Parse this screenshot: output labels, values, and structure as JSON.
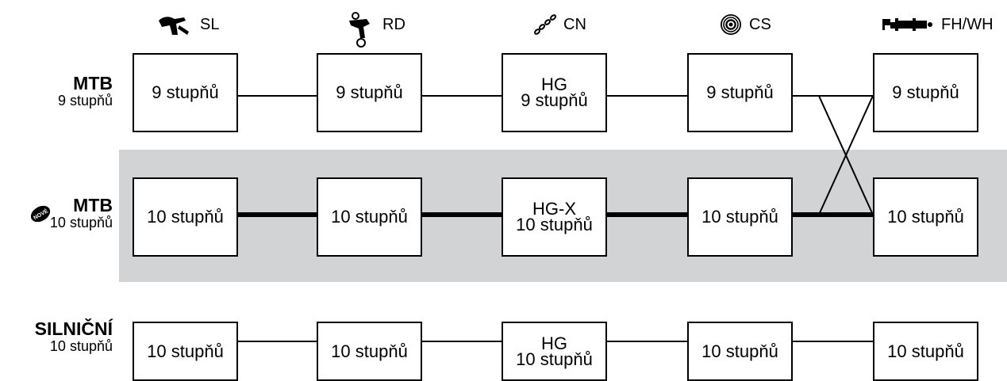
{
  "columns": [
    {
      "label": "SL",
      "icon": "shifter-lever-icon"
    },
    {
      "label": "RD",
      "icon": "rear-derailleur-icon"
    },
    {
      "label": "CN",
      "icon": "chain-icon"
    },
    {
      "label": "CS",
      "icon": "cassette-icon"
    },
    {
      "label": "FH/WH",
      "icon": "freehub-wheel-icon"
    }
  ],
  "rows": [
    {
      "title": "MTB",
      "subtitle": "9 stupňů",
      "cells": [
        {
          "line1": "9 stupňů",
          "line2": ""
        },
        {
          "line1": "9 stupňů",
          "line2": ""
        },
        {
          "line1": "HG",
          "line2": "9 stupňů"
        },
        {
          "line1": "9 stupňů",
          "line2": ""
        },
        {
          "line1": "9 stupňů",
          "line2": ""
        }
      ]
    },
    {
      "title": "MTB",
      "subtitle": "10 stupňů",
      "badge": "NOVÉ",
      "highlight_color": "#d1d3d4",
      "cells": [
        {
          "line1": "10 stupňů",
          "line2": ""
        },
        {
          "line1": "10 stupňů",
          "line2": ""
        },
        {
          "line1": "HG-X",
          "line2": "10 stupňů"
        },
        {
          "line1": "10 stupňů",
          "line2": ""
        },
        {
          "line1": "10 stupňů",
          "line2": ""
        }
      ]
    },
    {
      "title": "SILNIČNÍ",
      "subtitle": "10 stupňů",
      "cells": [
        {
          "line1": "10 stupňů",
          "line2": ""
        },
        {
          "line1": "10 stupňů",
          "line2": ""
        },
        {
          "line1": "HG",
          "line2": "10 stupňů"
        },
        {
          "line1": "10 stupňů",
          "line2": ""
        },
        {
          "line1": "10 stupňů",
          "line2": ""
        }
      ]
    }
  ]
}
